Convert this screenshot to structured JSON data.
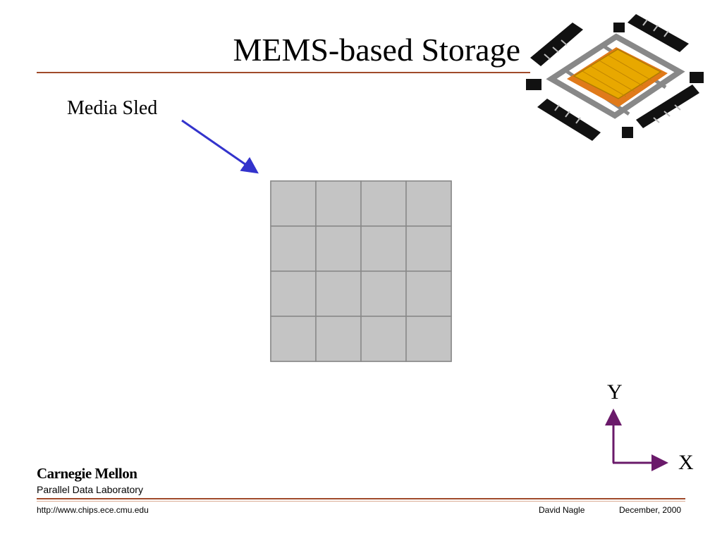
{
  "slide": {
    "title": "MEMS-based Storage",
    "sled_label": "Media Sled",
    "grid": {
      "rows": 4,
      "cols": 4
    },
    "axes": {
      "y_label": "Y",
      "x_label": "X"
    },
    "colors": {
      "rule": "#a04a2a",
      "pointer_arrow": "#3333cc",
      "axes": "#6a1a6a",
      "sled_fill": "#c4c4c4",
      "sled_border": "#888888",
      "chip_gold": "#e8a800"
    }
  },
  "branding": {
    "org": "Carnegie Mellon",
    "lab": "Parallel Data Laboratory"
  },
  "footer": {
    "url": "http://www.chips.ece.cmu.edu",
    "author": "David Nagle",
    "date": "December, 2000"
  }
}
